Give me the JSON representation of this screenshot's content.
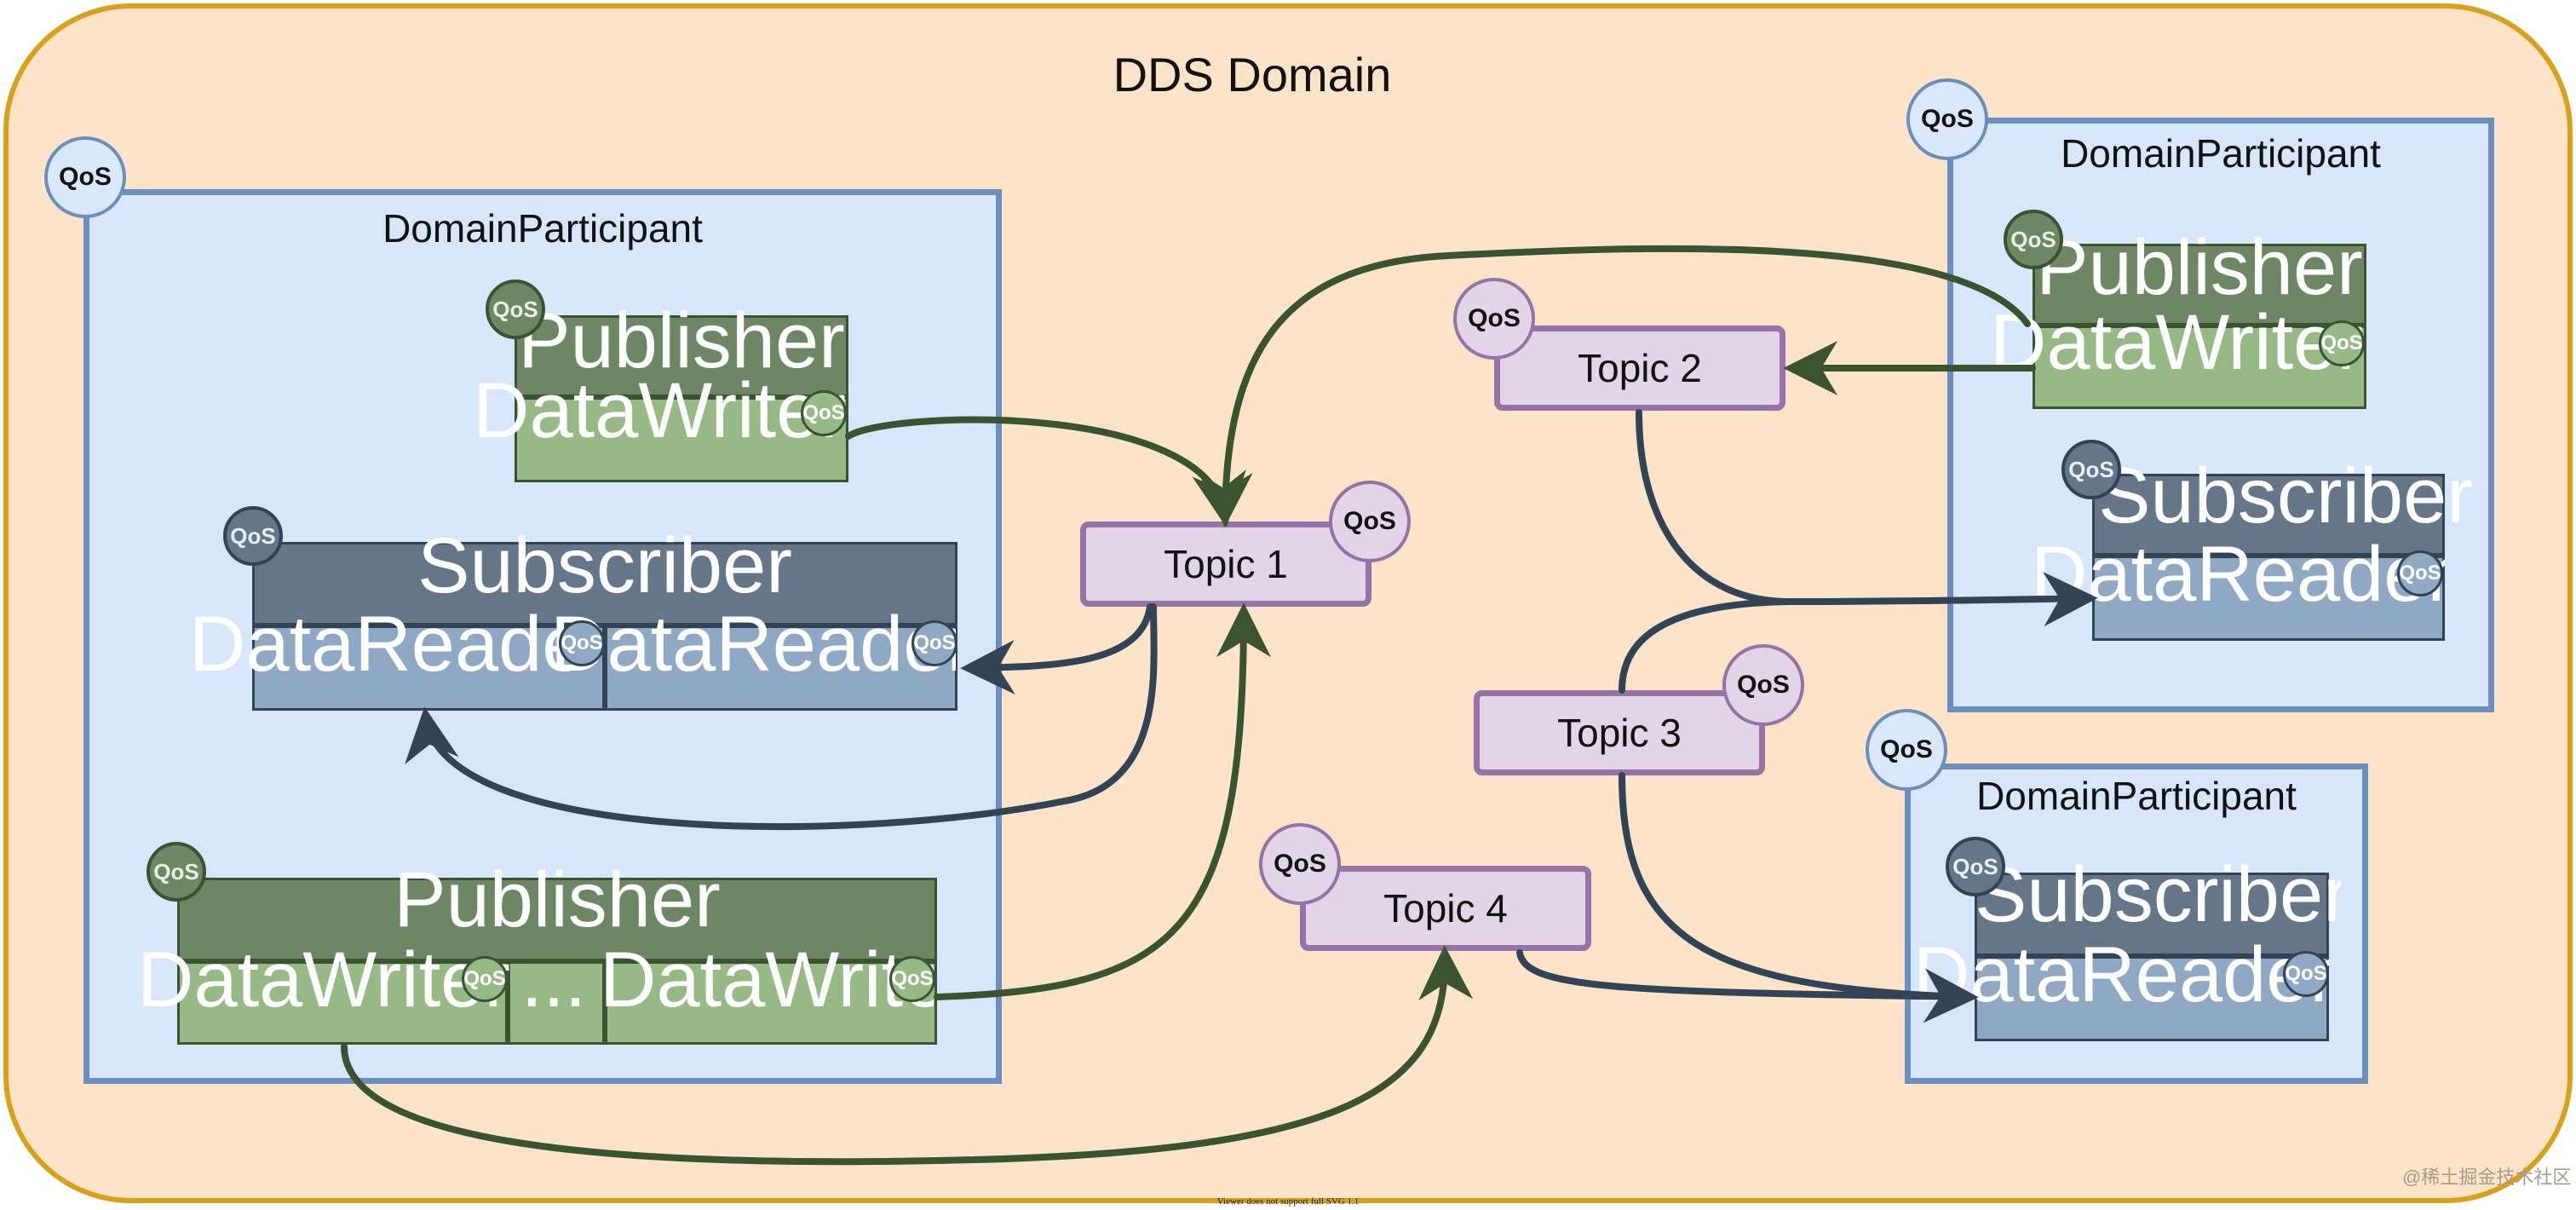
{
  "domain": {
    "title": "DDS Domain"
  },
  "participants": {
    "left": {
      "title": "DomainParticipant"
    },
    "top_right": {
      "title": "DomainParticipant"
    },
    "bottom_right": {
      "title": "DomainParticipant"
    }
  },
  "labels": {
    "publisher": "Publisher",
    "subscriber": "Subscriber",
    "datawriter": "DataWriter",
    "datareader": "DataReader",
    "ellipsis": "...",
    "qos": "QoS"
  },
  "topics": {
    "t1": "Topic 1",
    "t2": "Topic 2",
    "t3": "Topic 3",
    "t4": "Topic 4"
  },
  "footer": "Viewer does not support full SVG 1.1",
  "watermark": "@稀土掘金技术社区",
  "colors": {
    "domain_fill": "#fde3c8",
    "domain_border": "#d9a01b",
    "participant_fill": "#d7e6fb",
    "participant_border": "#6c8ebf",
    "publisher": "#6d8764",
    "datawriter": "#97b985",
    "subscriber": "#647687",
    "datareader": "#8fa9c4",
    "topic_fill": "#e1d5e7",
    "topic_border": "#9673a6",
    "edge_green": "#3a5431",
    "edge_slate": "#314354"
  }
}
